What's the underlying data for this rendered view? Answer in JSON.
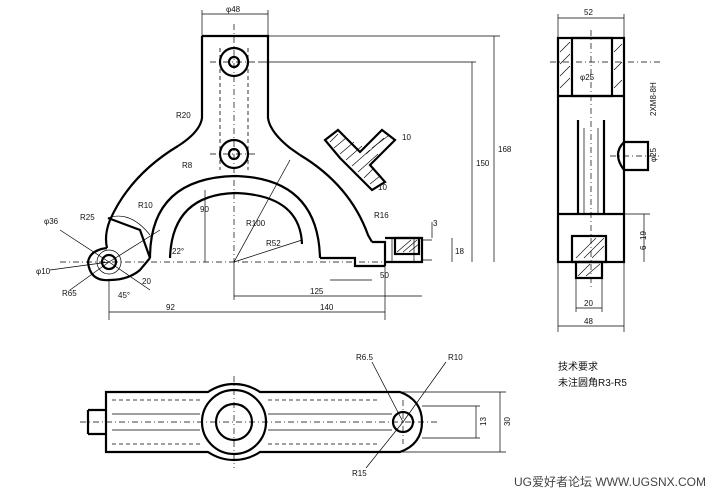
{
  "front_view": {
    "dims": {
      "top_width": "φ48",
      "r20": "R20",
      "r8": "R8",
      "r10": "R10",
      "d90": "90",
      "r100": "R100",
      "r52": "R52",
      "r25": "R25",
      "d36": "φ36",
      "d10": "φ10",
      "r65": "R65",
      "a22": "22°",
      "a45": "45°",
      "d20": "20",
      "d92": "92",
      "d125": "125",
      "d140": "140",
      "d50": "50",
      "d150": "150",
      "d168": "168",
      "d18": "18",
      "d3": "3",
      "r16": "R16",
      "d10b": "10",
      "d10c": "10"
    }
  },
  "side_view": {
    "dims": {
      "top": "52",
      "d25a": "φ25",
      "thread": "2XM8-8H",
      "d25b": "φ25",
      "d6": "6",
      "d19": "19",
      "d20": "20",
      "d48": "48"
    }
  },
  "top_view": {
    "dims": {
      "r65": "R6.5",
      "r10": "R10",
      "d13": "13",
      "d30": "30",
      "r15": "R15"
    }
  },
  "notes": {
    "heading": "技术要求",
    "line1": "未注圆角R3-R5"
  },
  "watermark": "UG爱好者论坛  WWW.UGSNX.COM"
}
